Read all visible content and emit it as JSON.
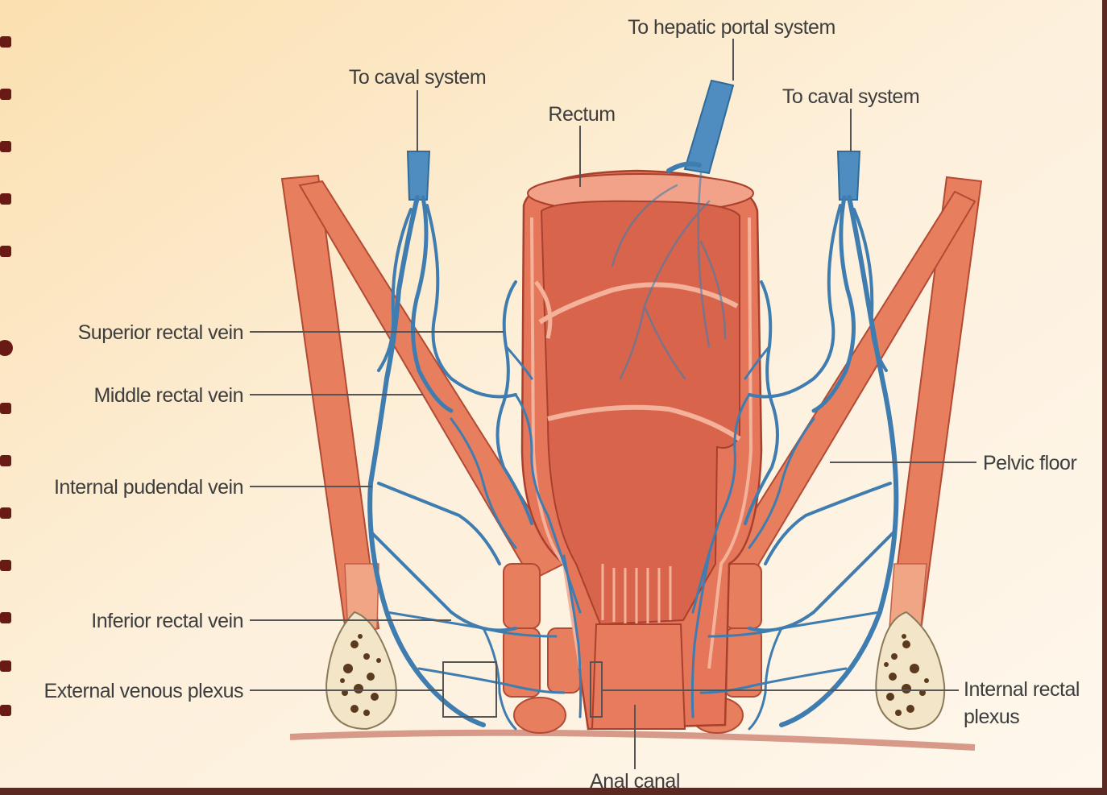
{
  "diagram": {
    "labels": {
      "to_hepatic_portal_system": "To hepatic portal system",
      "to_caval_system_left": "To caval system",
      "to_caval_system_right": "To caval system",
      "rectum": "Rectum",
      "superior_rectal_vein": "Superior rectal vein",
      "middle_rectal_vein": "Middle rectal vein",
      "internal_pudendal_vein": "Internal pudendal vein",
      "inferior_rectal_vein": "Inferior rectal vein",
      "external_venous_plexus": "External venous plexus",
      "pelvic_floor": "Pelvic floor",
      "internal_rectal_plexus_line1": "Internal rectal",
      "internal_rectal_plexus_line2": "plexus",
      "anal_canal": "Anal canal"
    },
    "colors": {
      "background_light": "#fdf3e2",
      "background_warm": "#fbe0b0",
      "frame": "#5a2a22",
      "vein_blue": "#3f7db0",
      "tissue_red": "#e5765a",
      "label_text": "#3d3d3d"
    }
  }
}
